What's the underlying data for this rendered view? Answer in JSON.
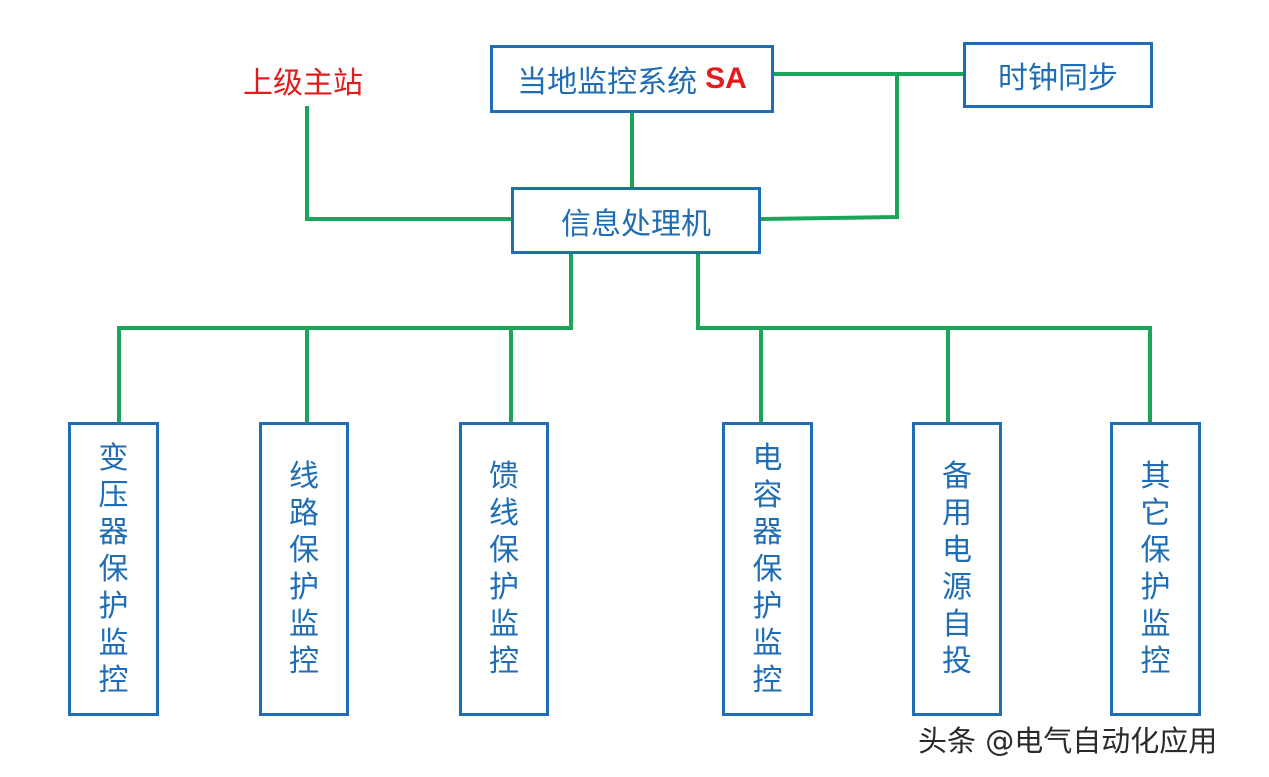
{
  "colors": {
    "box_border": "#1f6db5",
    "box_text": "#1f6db5",
    "wire": "#1aa55a",
    "accent_red": "#e31b1b"
  },
  "upper_station": "上级主站",
  "local_system": {
    "label": "当地监控系统",
    "suffix": "SA"
  },
  "clock_sync": "时钟同步",
  "processor": "信息处理机",
  "modules": [
    "变压器保护监控",
    "线路保护监控",
    "馈线保护监控",
    "电容器保护监控",
    "备用电源自投",
    "其它保护监控"
  ],
  "watermark": "头条 @电气自动化应用"
}
